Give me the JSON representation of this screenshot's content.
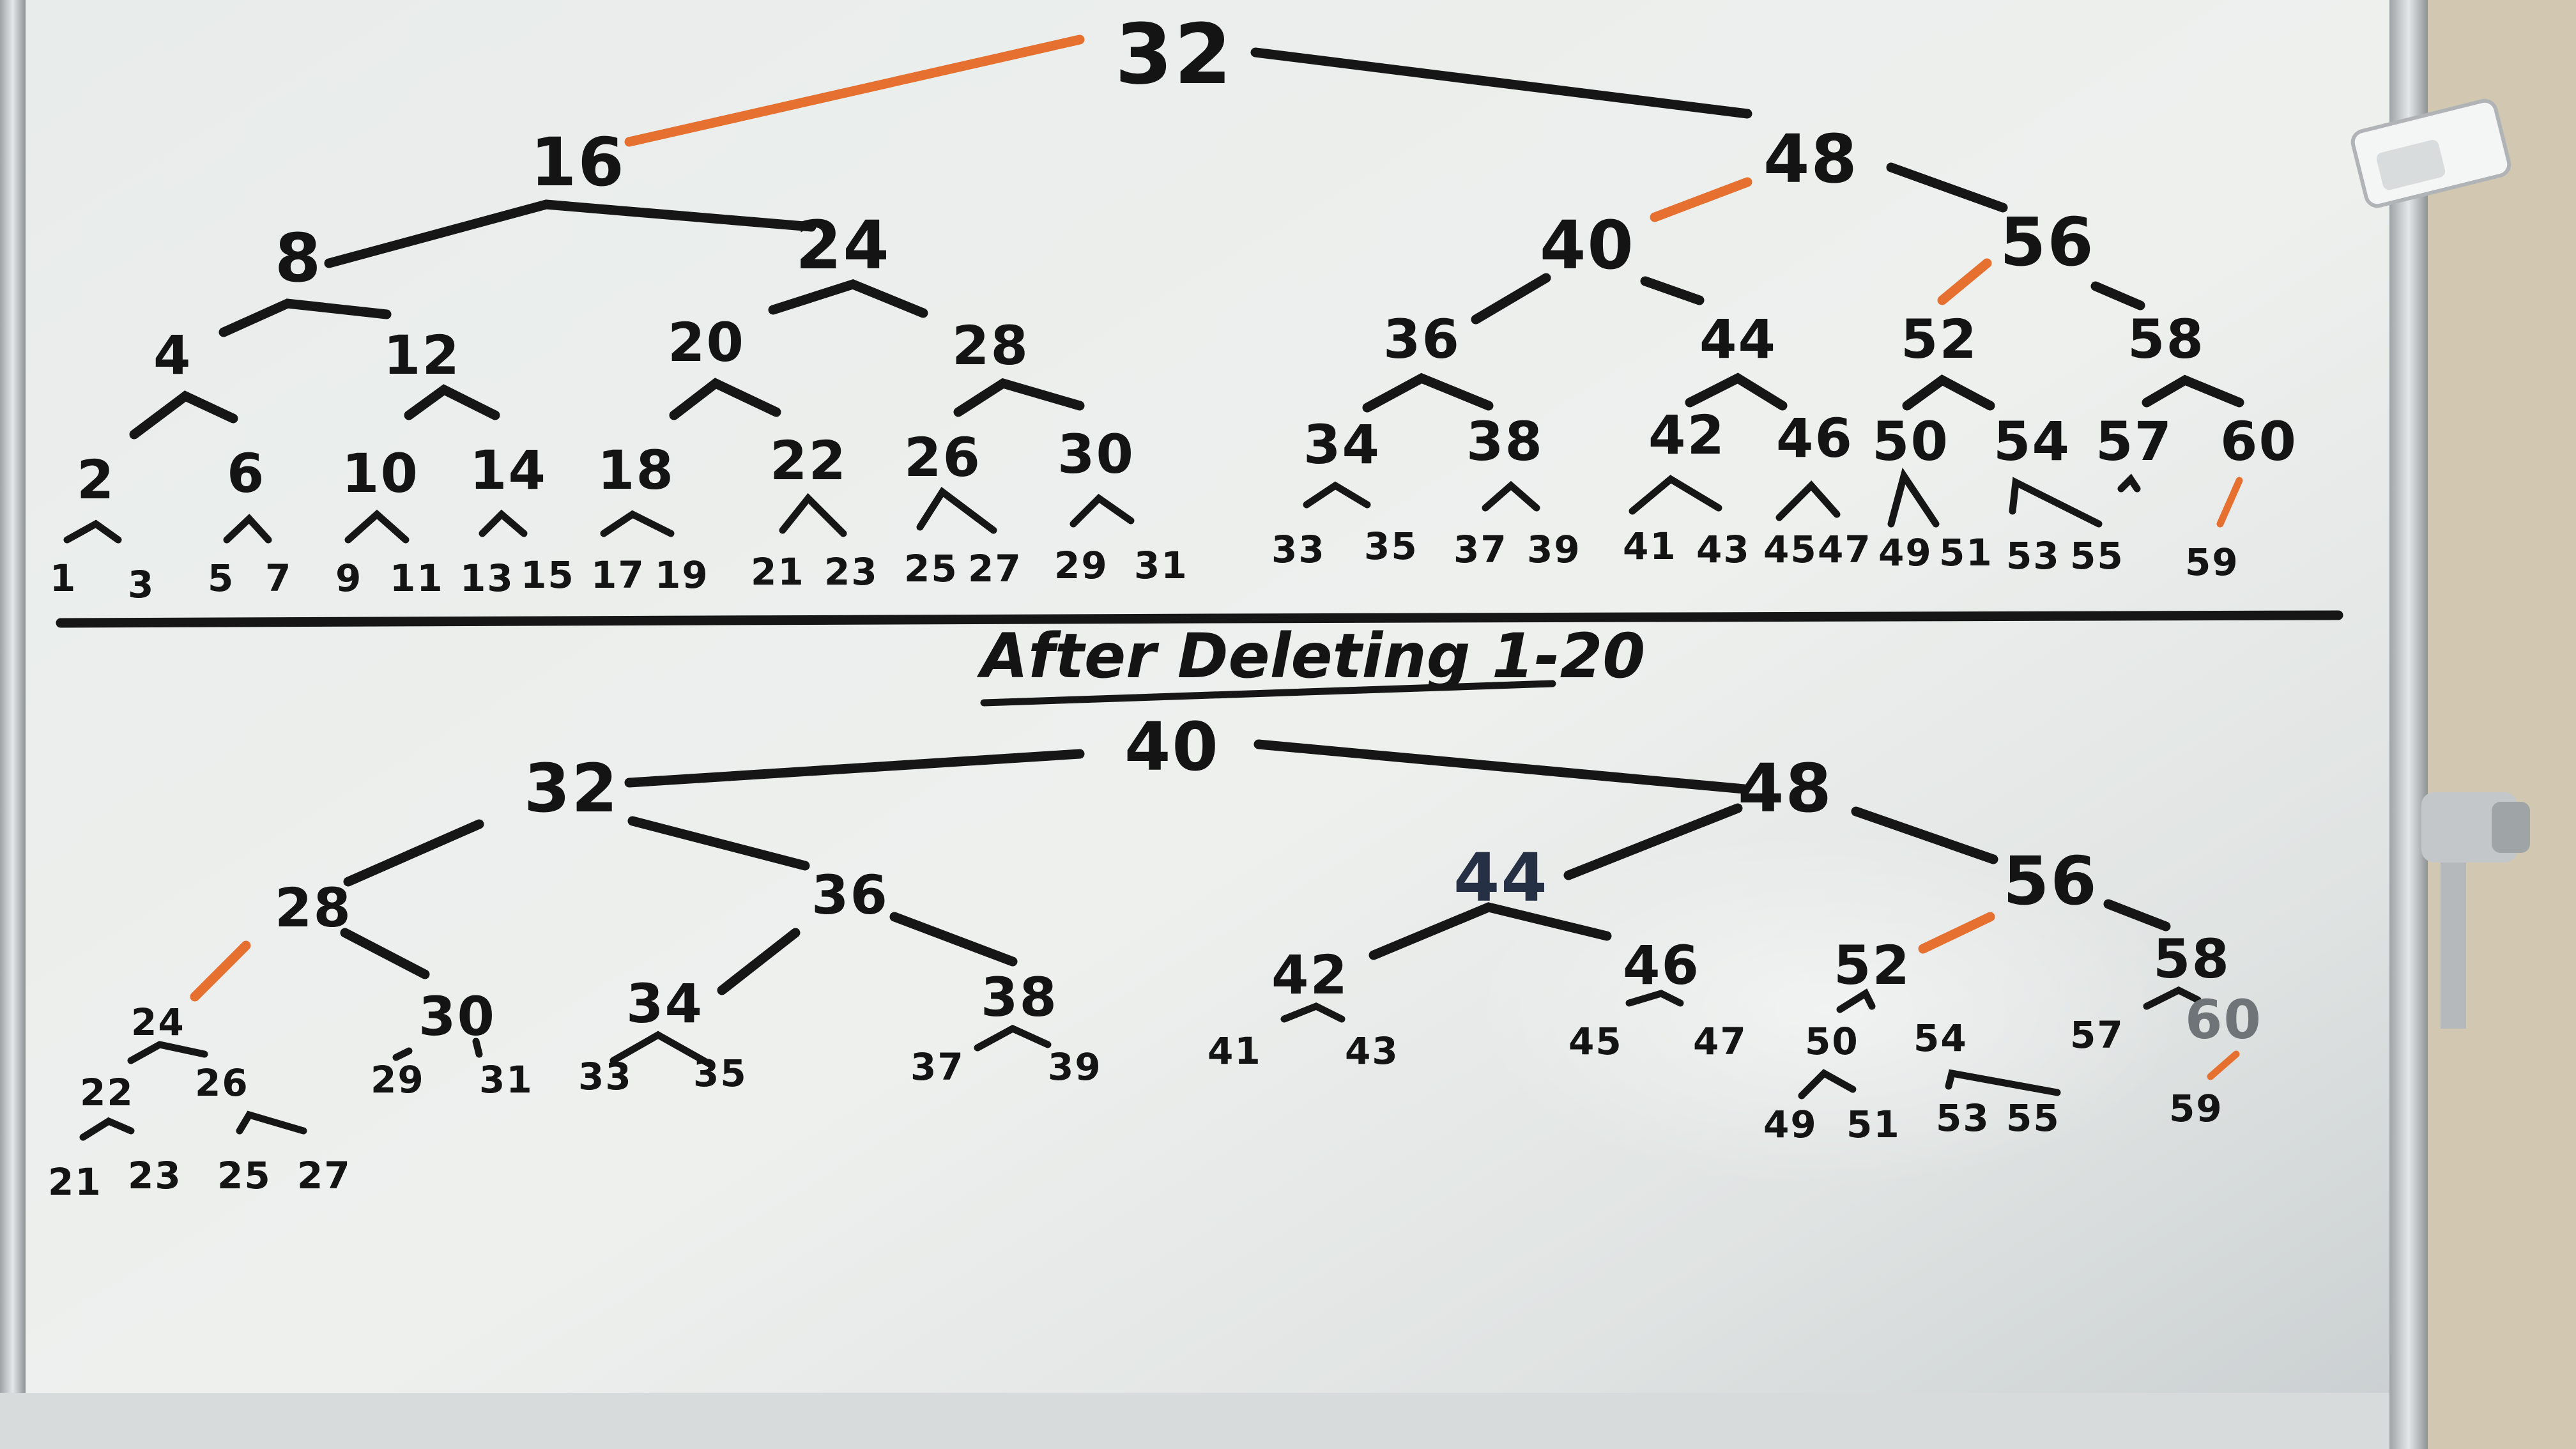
{
  "board": {
    "caption": "After Deleting 1-20",
    "colors": {
      "ink": "#141414",
      "highlight": "#e5702f",
      "board": "#e9ecea",
      "frame": "#bfc3c6"
    }
  },
  "tree_before": {
    "root": "32",
    "level1": [
      "16",
      "48"
    ],
    "level2": [
      "8",
      "24",
      "40",
      "56"
    ],
    "level3": [
      "4",
      "12",
      "20",
      "28",
      "36",
      "44",
      "52",
      "58"
    ],
    "level4": [
      "2",
      "6",
      "10",
      "14",
      "18",
      "22",
      "26",
      "30",
      "34",
      "38",
      "42",
      "46",
      "50",
      "54",
      "57",
      "60"
    ],
    "leaves": [
      "1",
      "3",
      "5",
      "7",
      "9",
      "11",
      "13",
      "15",
      "17",
      "19",
      "21",
      "23",
      "25",
      "27",
      "29",
      "31",
      "33",
      "35",
      "37",
      "39",
      "41",
      "43",
      "45",
      "47",
      "49",
      "51",
      "53",
      "55",
      "59"
    ]
  },
  "tree_after": {
    "root": "40",
    "level1": [
      "32",
      "48"
    ],
    "level2": [
      "28",
      "36",
      "44",
      "56"
    ],
    "level3": [
      "24",
      "30",
      "34",
      "38",
      "42",
      "46",
      "52",
      "58"
    ],
    "level4": [
      "22",
      "26",
      "29",
      "31",
      "33",
      "35",
      "37",
      "39",
      "41",
      "43",
      "45",
      "47",
      "50",
      "54",
      "57",
      "60"
    ],
    "leaves": [
      "21",
      "23",
      "25",
      "27",
      "49",
      "51",
      "53",
      "55",
      "59"
    ]
  }
}
